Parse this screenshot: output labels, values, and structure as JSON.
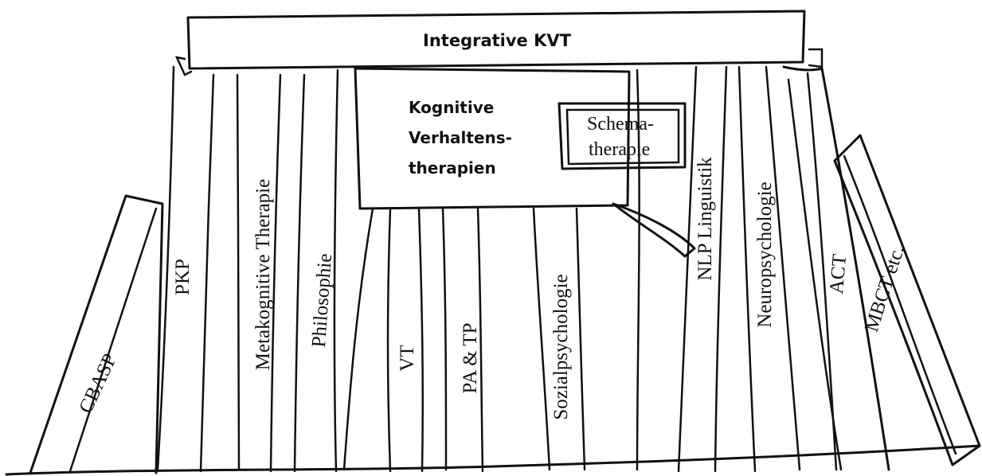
{
  "title": "Integrative KVT",
  "center": {
    "line1": "Kognitive",
    "line2": "Verhaltens-",
    "line3": "therapien"
  },
  "schema": {
    "line1": "Schema-",
    "line2": "therapie"
  },
  "books": [
    "CBASP",
    "PKP",
    "Metakognitive Therapie",
    "Philosophie",
    "VT",
    "PA & TP",
    "Sozialpsychologie",
    "NLP Linguistik",
    "Neuropsychologie",
    "ACT",
    "MBCT etc."
  ],
  "colors": {
    "ink": "#111111",
    "roof_fill": "#e3e3e3",
    "center_fill": "#c8c8c8",
    "schema_fill": "#ffffff",
    "background": "#ffffff"
  }
}
